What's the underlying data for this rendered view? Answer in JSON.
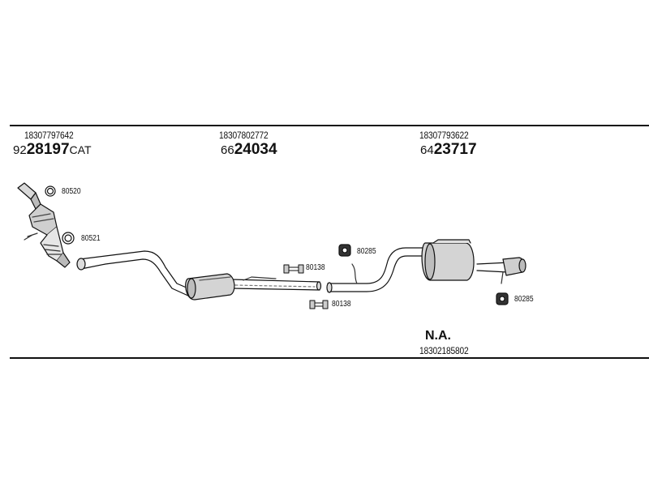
{
  "sections": [
    {
      "part_number": "18307797642",
      "code_prefix": "92",
      "code_main": "28197",
      "code_suffix": "CAT"
    },
    {
      "part_number": "18307802772",
      "code_prefix": "66",
      "code_main": "24034",
      "code_suffix": ""
    },
    {
      "part_number": "18307793622",
      "code_prefix": "64",
      "code_main": "23717",
      "code_suffix": ""
    }
  ],
  "component_labels": {
    "gasket_top": "80520",
    "gasket_flange": "80521",
    "clamp_upper": "80138",
    "clamp_lower": "80138",
    "hanger_mid": "80285",
    "hanger_rear": "80285"
  },
  "bottom": {
    "status": "N.A.",
    "part_number": "18302185802"
  }
}
